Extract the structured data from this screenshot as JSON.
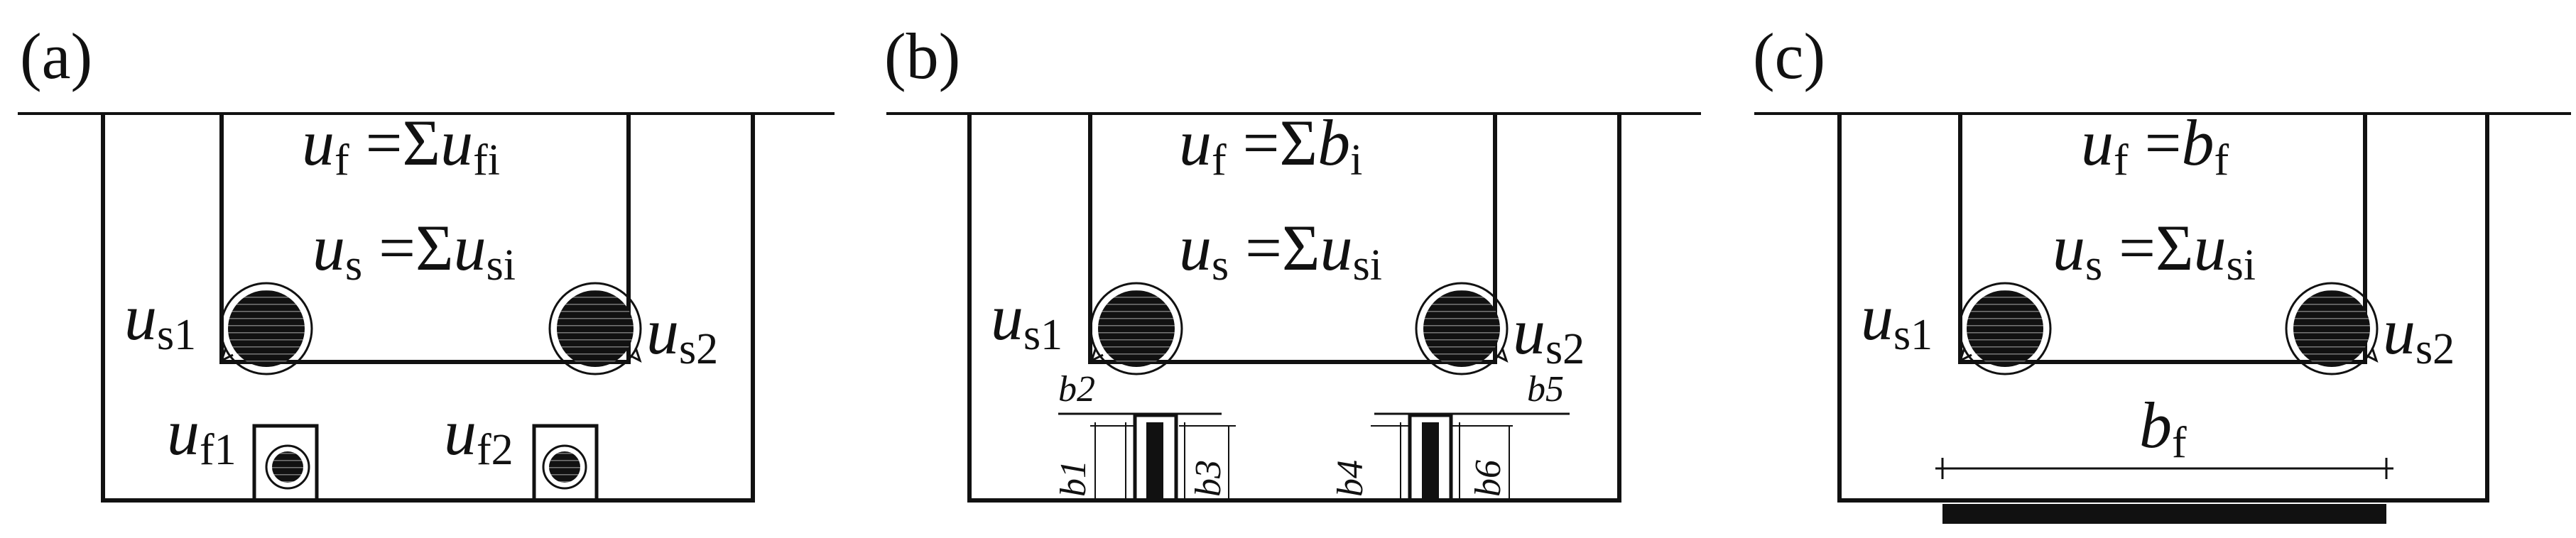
{
  "panels": {
    "a": {
      "label": "(a)",
      "eq_top": {
        "v1": "u",
        "s1": "f",
        "op": " =Σ",
        "v2": "u",
        "s2": "fi"
      },
      "eq_mid": {
        "v1": "u",
        "s1": "s",
        "op": " =Σ",
        "v2": "u",
        "s2": "si"
      },
      "left_bar": {
        "v": "u",
        "s": "s1"
      },
      "right_bar": {
        "v": "u",
        "s": "s2"
      },
      "fiber_left": {
        "v": "u",
        "s": "f1"
      },
      "fiber_right": {
        "v": "u",
        "s": "f2"
      }
    },
    "b": {
      "label": "(b)",
      "eq_top": {
        "v1": "u",
        "s1": "f",
        "op": " =Σ",
        "v2": "b",
        "s2": "i"
      },
      "eq_mid": {
        "v1": "u",
        "s1": "s",
        "op": " =Σ",
        "v2": "u",
        "s2": "si"
      },
      "left_bar": {
        "v": "u",
        "s": "s1"
      },
      "right_bar": {
        "v": "u",
        "s": "s2"
      },
      "dims": {
        "b1": "b1",
        "b2": "b2",
        "b3": "b3",
        "b4": "b4",
        "b5": "b5",
        "b6": "b6"
      }
    },
    "c": {
      "label": "(c)",
      "eq_top": {
        "v1": "u",
        "s1": "f",
        "op": " =",
        "v2": "b",
        "s2": "f"
      },
      "eq_mid": {
        "v1": "u",
        "s1": "s",
        "op": " =Σ",
        "v2": "u",
        "s2": "si"
      },
      "left_bar": {
        "v": "u",
        "s": "s1"
      },
      "right_bar": {
        "v": "u",
        "s": "s2"
      },
      "plate": {
        "v": "b",
        "s": "f"
      }
    }
  },
  "colors": {
    "line": "#111111",
    "fill": "#111111",
    "background": "#ffffff"
  }
}
